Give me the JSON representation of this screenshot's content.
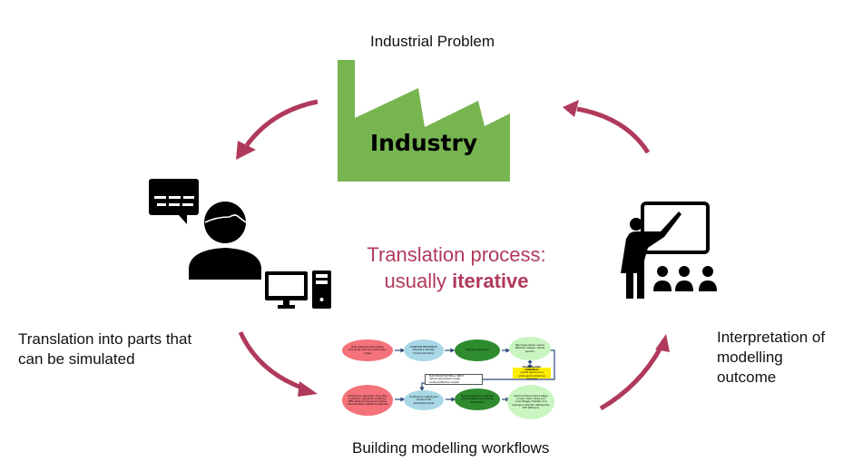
{
  "labels": {
    "top": "Industrial Problem",
    "industry": "Industry",
    "center_line1": "Translation process:",
    "center_line2_prefix": "usually ",
    "center_line2_bold": "iterative",
    "left_line1": "Translation into parts that",
    "left_line2": "can be simulated",
    "right_line1": "Interpretation of",
    "right_line2": "modelling",
    "right_line3": "outcome",
    "bottom": "Building modelling workflows"
  },
  "colors": {
    "arrow": "#b03a5b",
    "factory": "#77b551",
    "center_text": "#b03a5b",
    "icon": "#000000"
  },
  "icons": {
    "factory": "factory-icon",
    "user_speaking": "user-speech-bubble-icon",
    "computer": "desktop-computer-icon",
    "presenter": "presenter-audience-icon"
  },
  "workflow": {
    "row1": [
      {
        "text": "Bulk, defective and surface structures of binary and ternary oxides",
        "color": "#f4727a"
      },
      {
        "text": "QUANTUM MECHANICS: Electronic Density Functional Theory",
        "color": "#a8d8e6"
      },
      {
        "text": "Electronic structure",
        "color": "#2e8b2e"
      },
      {
        "text": "Band gap values, carrier effective masses, optical spectra",
        "color": "#c9f5c0"
      }
    ],
    "validation": {
      "title": "Experimental validation:",
      "text": "optical spectra and photo-electrochemical response",
      "color": "#ffee00"
    },
    "input_box": {
      "title": "ELECTRODE MATERIAL INPUT:",
      "text": "optical spectra/band edge location/effective masses"
    },
    "row2": [
      {
        "text": "Dimensions, geometry, boundary conditions, operating conditions, PEM electrochemical and optical characteristics, flatband potentials",
        "color": "#f4727a"
      },
      {
        "text": "Continuum multiphysics model of the photoelectrolyzer",
        "color": "#a8d8e6"
      },
      {
        "text": "Current densities, potential, concentrations and velocity distributions",
        "color": "#2e8b2e"
      },
      {
        "text": "Device photocurrent-voltage curves, ohmic drops and overvoltages, faradaic and hydrogen collection efficiencies, STH efficiency",
        "color": "#c9f5c0"
      }
    ]
  }
}
